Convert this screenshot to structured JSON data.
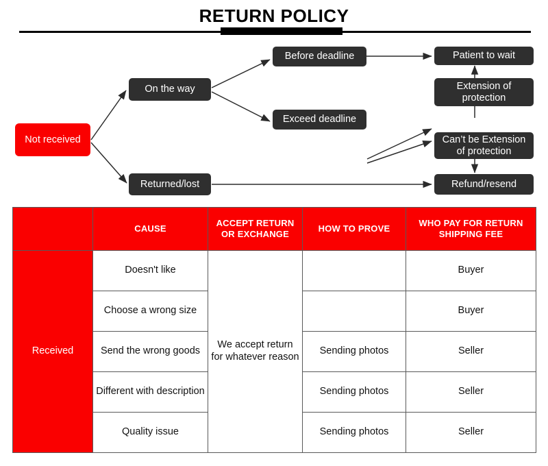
{
  "title": "RETURN POLICY",
  "colors": {
    "brand_red": "#FA0000",
    "node_dark": "#2F2F2F",
    "rule_black": "#000000",
    "grid_gray": "#595959"
  },
  "flowchart": {
    "nodes": [
      {
        "id": "not-received",
        "label": "Not received",
        "style": "red"
      },
      {
        "id": "on-the-way",
        "label": "On the way",
        "style": "dark"
      },
      {
        "id": "returned-lost",
        "label": "Returned/lost",
        "style": "dark"
      },
      {
        "id": "before-deadline",
        "label": "Before deadline",
        "style": "dark"
      },
      {
        "id": "exceed-deadline",
        "label": "Exceed deadline",
        "style": "dark"
      },
      {
        "id": "patient-to-wait",
        "label": "Patient to wait",
        "style": "dark"
      },
      {
        "id": "extension",
        "label": "Extension of protection",
        "style": "dark"
      },
      {
        "id": "cant-be-extension",
        "label": "Can’t be Extension of protection",
        "style": "dark"
      },
      {
        "id": "refund-resend",
        "label": "Refund/resend",
        "style": "dark"
      }
    ],
    "edges": [
      {
        "from": "not-received",
        "to": "on-the-way"
      },
      {
        "from": "not-received",
        "to": "returned-lost"
      },
      {
        "from": "on-the-way",
        "to": "before-deadline"
      },
      {
        "from": "on-the-way",
        "to": "exceed-deadline"
      },
      {
        "from": "before-deadline",
        "to": "patient-to-wait"
      },
      {
        "from": "exceed-deadline",
        "to": "extension"
      },
      {
        "from": "exceed-deadline",
        "to": "cant-be-extension"
      },
      {
        "from": "extension",
        "to": "patient-to-wait"
      },
      {
        "from": "cant-be-extension",
        "to": "refund-resend"
      },
      {
        "from": "returned-lost",
        "to": "refund-resend"
      }
    ]
  },
  "table": {
    "headers": [
      "",
      "CAUSE",
      "ACCEPT RETURN OR EXCHANGE",
      "HOW TO PROVE",
      "WHO PAY FOR RETURN SHIPPING FEE"
    ],
    "category": "Received",
    "accept_note": "We accept return for whatever reason",
    "rows": [
      {
        "cause": "Doesn't like",
        "how_to_prove": "",
        "who_pays": "Buyer"
      },
      {
        "cause": "Choose a wrong size",
        "how_to_prove": "",
        "who_pays": "Buyer"
      },
      {
        "cause": "Send the wrong goods",
        "how_to_prove": "Sending photos",
        "who_pays": "Seller"
      },
      {
        "cause": "Different with description",
        "how_to_prove": "Sending photos",
        "who_pays": "Seller"
      },
      {
        "cause": "Quality issue",
        "how_to_prove": "Sending photos",
        "who_pays": "Seller"
      }
    ]
  }
}
